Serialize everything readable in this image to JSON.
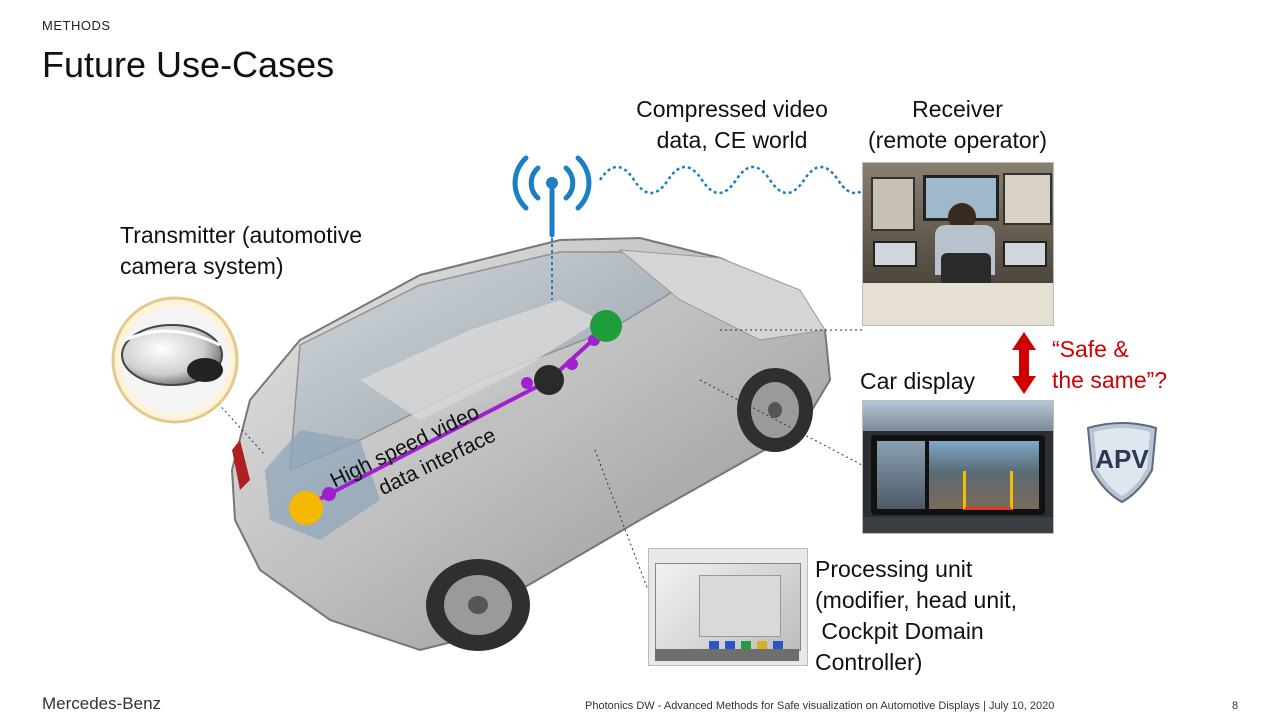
{
  "header": {
    "section": "METHODS",
    "title": "Future Use-Cases"
  },
  "labels": {
    "transmitter": [
      "Transmitter (automotive",
      "camera system)"
    ],
    "compressed": [
      "Compressed video",
      "data, CE world"
    ],
    "receiver": [
      "Receiver",
      "(remote operator)"
    ],
    "car_display": "Car display",
    "safe_same": [
      "“Safe &",
      "the same”?"
    ],
    "processing": [
      "Processing unit",
      "(modifier, head unit,",
      " Cockpit Domain",
      "Controller)"
    ],
    "interface": [
      "High speed video",
      "data interface"
    ]
  },
  "badge": {
    "text": "APV"
  },
  "footer": {
    "brand": "Mercedes-Benz",
    "text": "Photonics DW - Advanced Methods for Safe visualization on Automotive Displays | July 10, 2020",
    "page": "8"
  },
  "colors": {
    "interface_line": "#a020d0",
    "node_yellow": "#f5b800",
    "node_green": "#1e9e3a",
    "node_dark": "#2a2a2a",
    "antenna_blue": "#1a7fc4",
    "highlight_red": "#d00000"
  },
  "icons": {
    "antenna": "wireless-antenna-icon",
    "arrow": "double-arrow-icon",
    "badge": "shield-badge-icon"
  }
}
